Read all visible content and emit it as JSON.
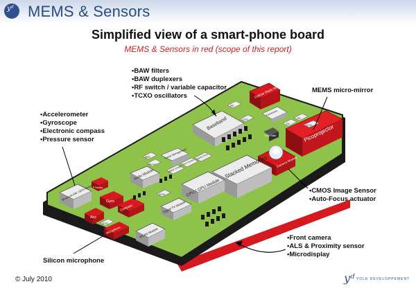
{
  "header": {
    "title": "MEMS & Sensors",
    "logo_glyph": "yᵈ"
  },
  "main_title": "Simplified view of a smart-phone board",
  "subtitle": "MEMS & Sensors in red (scope of this report)",
  "callouts": {
    "rf": [
      "•BAW filters",
      "•BAW duplexers",
      "•RF switch / variable capacitor",
      "•TCXO oscillators"
    ],
    "sensors": [
      "•Accelerometer",
      "•Gyroscope",
      "•Electronic compass",
      "•Pressure sensor"
    ],
    "micromirror": "MEMS micro-mirror",
    "cmos": [
      "•CMOS Image Sensor",
      "•Auto-Focus actuator"
    ],
    "front": [
      "•Front camera",
      "•ALS & Proximity sensor",
      "•Microdisplay"
    ],
    "microphone": "Silicon microphone"
  },
  "board_labels": {
    "cellular_radio": "Cellular Radio Module",
    "baseband": "Baseband",
    "picoprojector": "Picoprojector",
    "camera_module": "Camera Module",
    "led_flash": "LED Flash",
    "stacked_memories": "Stacked Memories",
    "cpu_gpu": "CPU / GPU Module",
    "audio": "Audio Module",
    "gyro": "Gyro",
    "compass": "Compass",
    "acc": "Acc",
    "microphone": "Microphone",
    "bluetooth": "Bluetooth FM / GPS Module",
    "wlan": "WLAN Module",
    "digital_tv": "Digital TV Module",
    "power_mgmt": "Power Management",
    "battery_charger": "Battery Charger",
    "touch_screen": "Touch Screen",
    "display_driver": "Display Driver",
    "p_sensor": "P Sensor",
    "pa": "PA",
    "dcdc": "DCDC",
    "transceiver": "Transceiver",
    "tcxo": "TCXO",
    "idrd": "IDRD",
    "ipd": "IPD",
    "memory": "Memory"
  },
  "footer": {
    "date": "© July 2010",
    "company": "YOLE DÉVELOPPEMENT"
  },
  "colors": {
    "board": "#8fc24a",
    "pcb": "#1a1a1a",
    "mems_red": "#d5191e",
    "chip_gray": "#d6d6d6",
    "header_blue": "#2c4a86"
  }
}
